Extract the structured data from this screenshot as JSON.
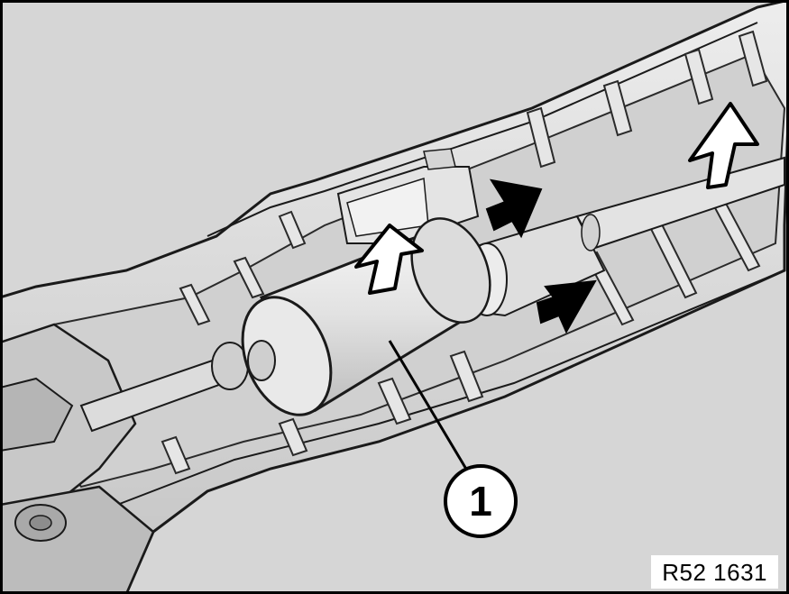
{
  "figure": {
    "callout_label": "1",
    "reference_code": "R52 1631"
  },
  "colors": {
    "background": "#d6d6d6",
    "plastic_light": "#e9e9e9",
    "plastic_mid": "#c9c9c9",
    "plastic_dark": "#9a9a9a",
    "outline": "#1a1a1a"
  },
  "icons": {
    "release_arrow": "hollow-curved-arrow",
    "press_arrow": "solid-black-arrow"
  }
}
